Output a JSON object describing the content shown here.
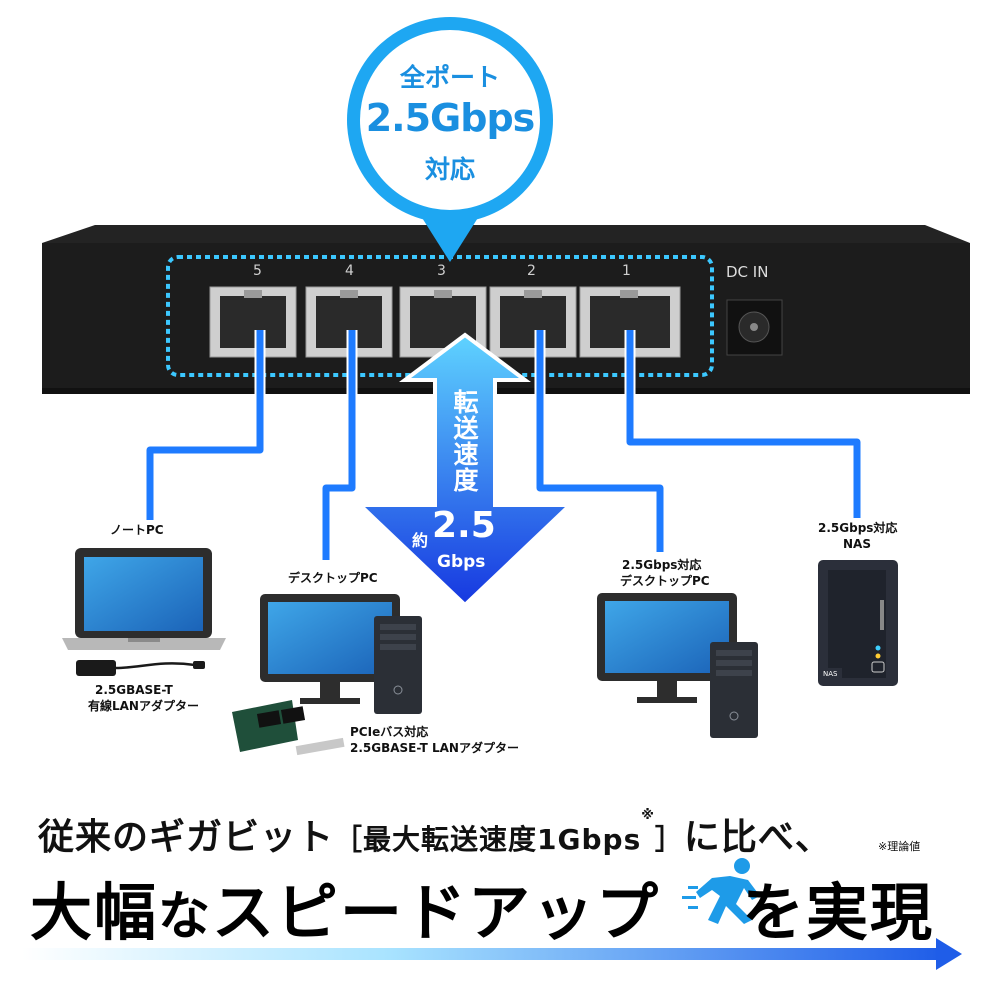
{
  "badge": {
    "line1": "全ポート",
    "line2": "2.5Gbps",
    "line3": "対応"
  },
  "switch": {
    "ports": [
      "5",
      "4",
      "3",
      "2",
      "1"
    ],
    "dc_label": "DC IN"
  },
  "speed_arrow": {
    "label": "転送速度",
    "prefix": "約",
    "value": "2.5",
    "unit": "Gbps"
  },
  "devices": {
    "laptop": {
      "label": "ノートPC",
      "adapter_label_1": "2.5GBASE-T",
      "adapter_label_2": "有線LANアダプター"
    },
    "desktop": {
      "label": "デスクトップPC",
      "pcie_label_1": "PCIeバス対応",
      "pcie_label_2": "2.5GBASE-T LANアダプター"
    },
    "desktop25": {
      "label_1": "2.5Gbps対応",
      "label_2": "デスクトップPC"
    },
    "nas": {
      "label_1": "2.5Gbps対応",
      "label_2": "NAS",
      "box_text": "NAS"
    }
  },
  "headline": {
    "line1_a": "従来のギガビット",
    "line1_b": "［最大転送速度1Gbps",
    "line1_sup": "※",
    "line1_c": "］",
    "line1_d": "に比べ、",
    "note": "※理論値",
    "line2_a": "大幅",
    "line2_b": "な",
    "line2_c": "スピードアップ",
    "line2_d": "を実現"
  },
  "colors": {
    "accent": "#1e90ff",
    "cyan": "#29b6f6",
    "dark": "#1a1a1a",
    "blue_dark": "#1a3fd6"
  }
}
